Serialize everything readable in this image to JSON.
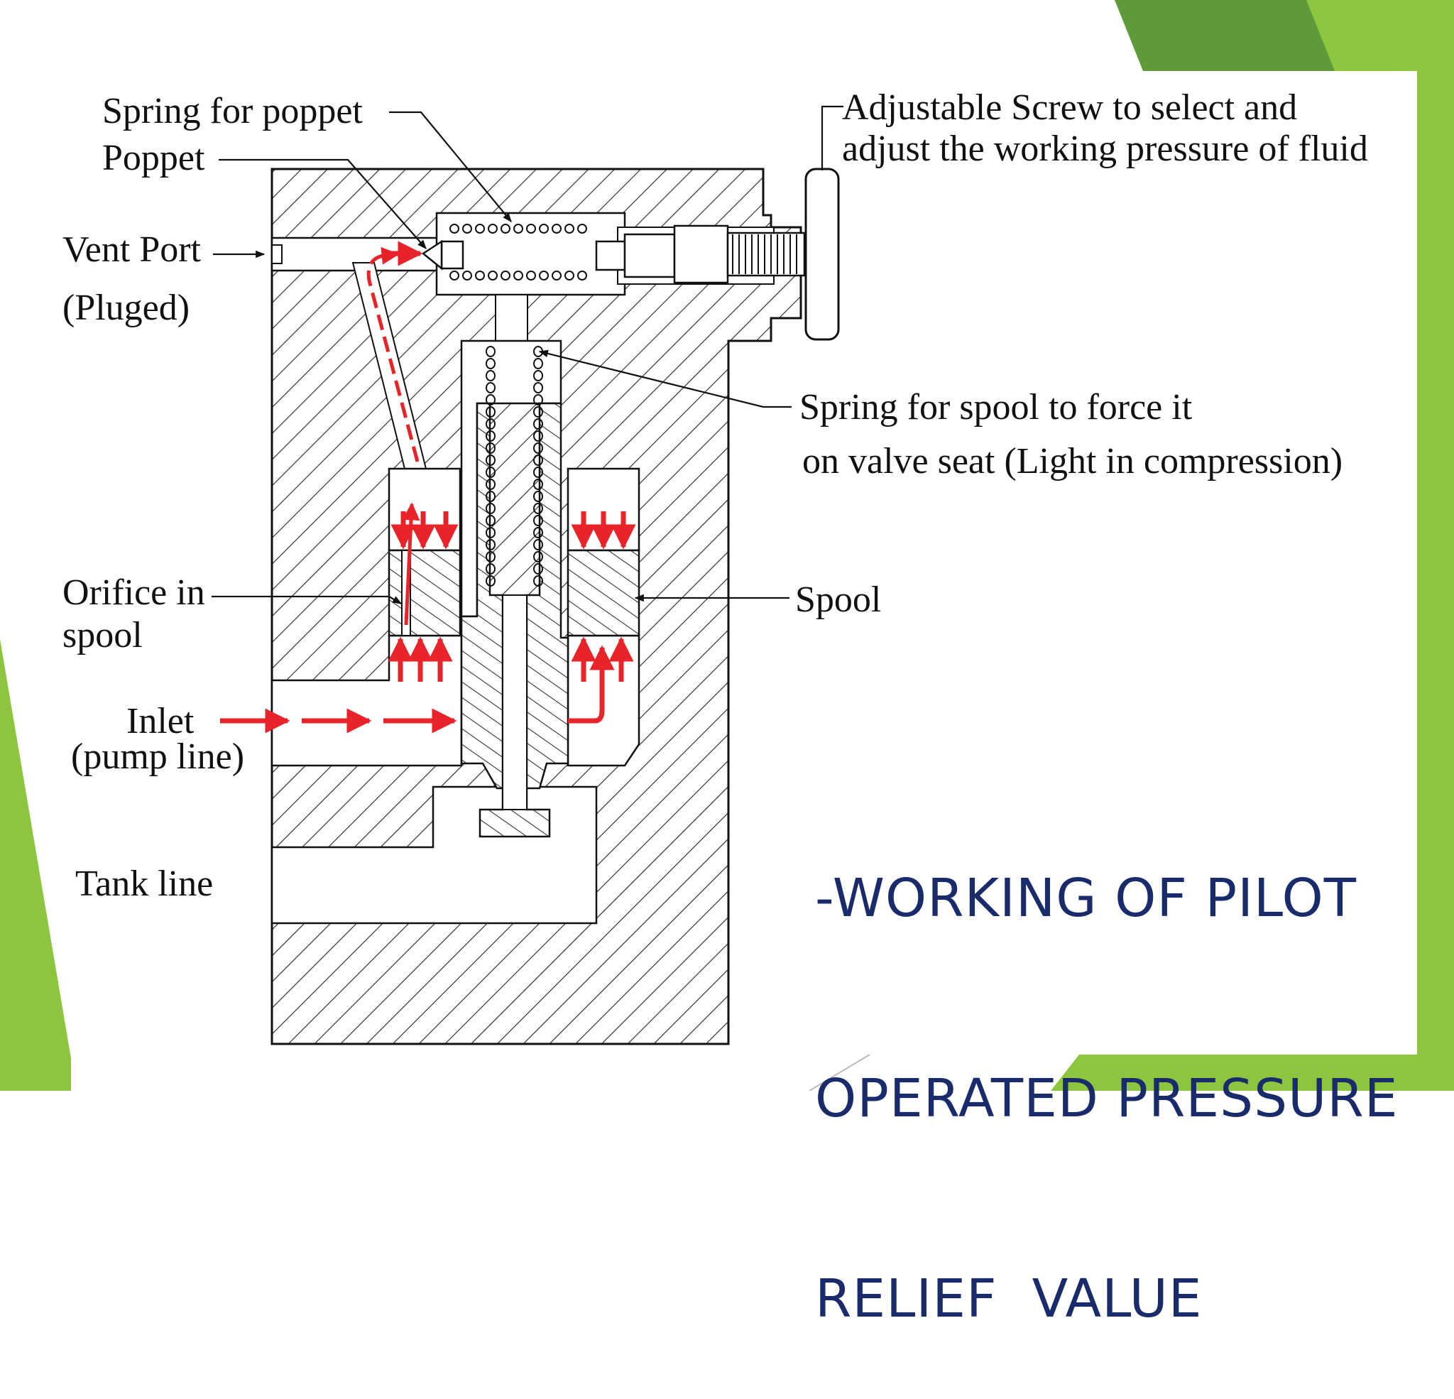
{
  "labels": {
    "spring_for_poppet": "Spring for poppet",
    "poppet": "Poppet",
    "vent_port": "Vent Port",
    "vent_port_note": "(Pluged)",
    "adjustable_screw_line1": "Adjustable Screw to select and",
    "adjustable_screw_line2": "adjust the working pressure of fluid",
    "spring_for_spool_line1": "Spring for spool to force it",
    "spring_for_spool_line2": "on valve seat (Light in compression)",
    "orifice_line1": "Orifice in",
    "orifice_line2": "spool",
    "spool": "Spool",
    "inlet_line1": "Inlet",
    "inlet_line2": "(pump line)",
    "tank_line": "Tank line"
  },
  "title": {
    "line1": "-WORKING OF PILOT",
    "line2": "OPERATED PRESSURE",
    "line3": "RELIEF  VALUE"
  },
  "colors": {
    "green_light": "#8cc63f",
    "green_dark": "#5e9a3a",
    "title_navy": "#1a2b6b",
    "flow_red": "#e8232a",
    "ink": "#111111"
  }
}
